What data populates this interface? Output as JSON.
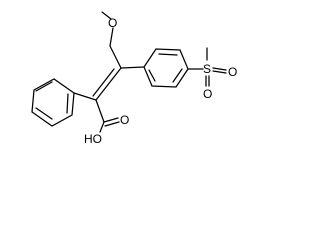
{
  "molecule": {
    "atom_labels": {
      "methoxy_o": "O",
      "sulfonyl_s": "S",
      "sulfonyl_o_right": "O",
      "sulfonyl_o_bottom": "O",
      "carboxyl_o": "O",
      "hydroxyl": "HO"
    }
  }
}
